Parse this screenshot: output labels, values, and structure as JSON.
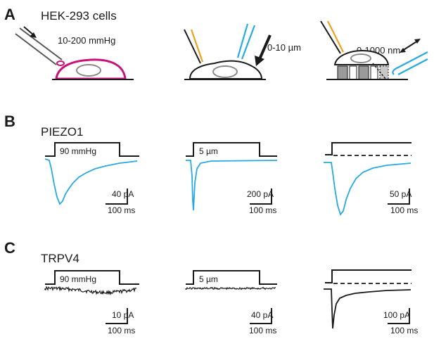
{
  "panels": [
    {
      "letter": "A",
      "title": "HEK-293 cells",
      "setups": [
        {
          "stimulus_label": "10-200 mmHg",
          "stimulus_icon": "pipette-arrow-icon"
        },
        {
          "stimulus_label": "0-10 µm",
          "stimulus_icon": "probe-arrow-icon"
        },
        {
          "stimulus_label": "0-1000 nm",
          "stimulus_icon": "substrate-deflection-icon"
        }
      ]
    },
    {
      "letter": "B",
      "title": "PIEZO1",
      "trace_color": "#27a9e1",
      "columns": [
        {
          "step_label": "90 mmHg",
          "scale_y": "40 pA",
          "scale_x": "100 ms"
        },
        {
          "step_label": "5 µm",
          "scale_y": "200 pA",
          "scale_x": "100 ms"
        },
        {
          "step_label": "",
          "scale_y": "50 pA",
          "scale_x": "100 ms"
        }
      ]
    },
    {
      "letter": "C",
      "title": "TRPV4",
      "trace_color": "#1a1a1a",
      "columns": [
        {
          "step_label": "90 mmHg",
          "scale_y": "10 pA",
          "scale_x": "100 ms"
        },
        {
          "step_label": "5 µm",
          "scale_y": "40 pA",
          "scale_x": "100 ms"
        },
        {
          "step_label": "",
          "scale_y": "100 pA",
          "scale_x": "100 ms"
        }
      ]
    }
  ],
  "colors": {
    "membrane_magenta": "#c8137a",
    "pipette_orange": "#f0a020",
    "probe_blue": "#27a9e1",
    "outline": "#1a1a1a",
    "nucleus_gray": "#8a8a8a",
    "pillar_gray": "#9a9a9a"
  }
}
